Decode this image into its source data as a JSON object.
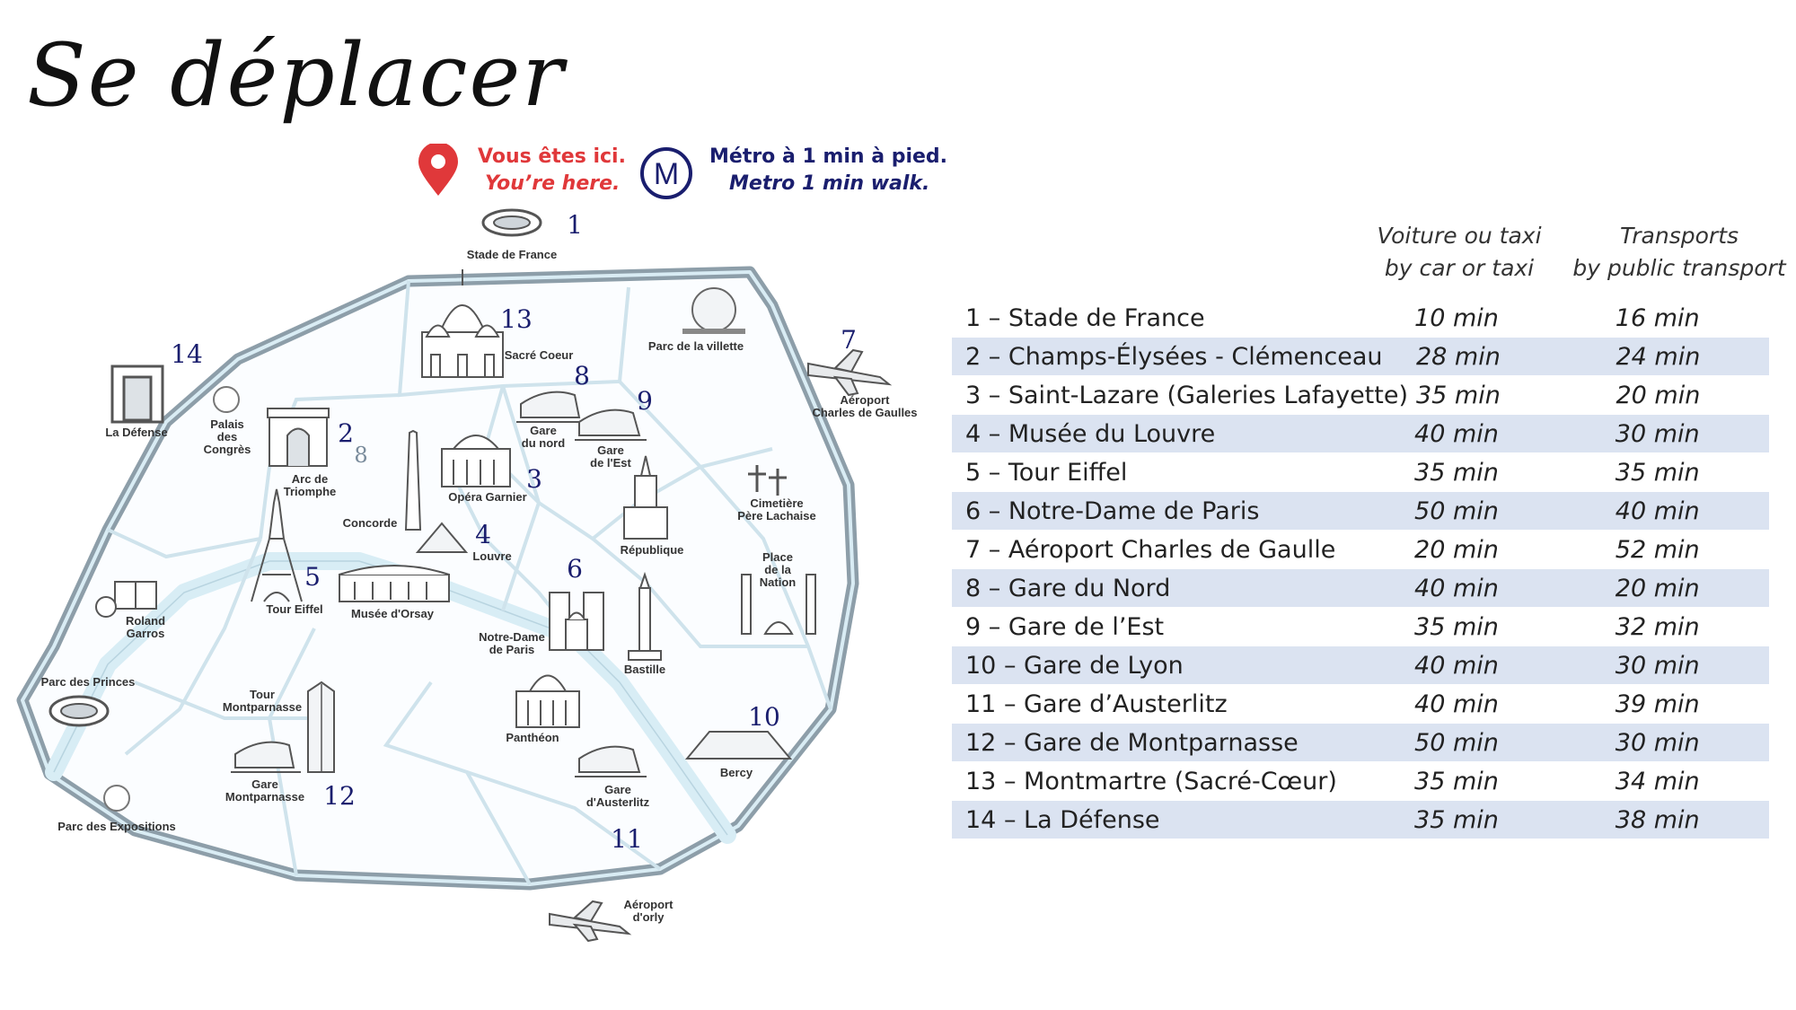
{
  "title": "Se déplacer",
  "legend": {
    "here_fr": "Vous êtes ici.",
    "here_en": "You’re here.",
    "metro_letter": "M",
    "metro_fr": "Métro à 1 min à pied.",
    "metro_en": "Metro 1 min walk."
  },
  "colors": {
    "accent_red": "#e0383a",
    "navy": "#1a1e6e",
    "river": "#dbeef6",
    "ring": "#8d9ea9",
    "table_shade": "#dbe3f1"
  },
  "map": {
    "labels": {
      "stade": "Stade de France",
      "villette": "Parc de la villette",
      "sacre": "Sacré Coeur",
      "cdg1": "Aéroport",
      "cdg2": "Charles de Gaulles",
      "defense": "La Défense",
      "palais1": "Palais",
      "palais2": "des",
      "palais3": "Congrès",
      "arc1": "Arc de",
      "arc2": "Triomphe",
      "gnord1": "Gare",
      "gnord2": "du nord",
      "gest1": "Gare",
      "gest2": "de l'Est",
      "opera": "Opéra Garnier",
      "concorde": "Concorde",
      "louvre": "Louvre",
      "republique": "République",
      "pere1": "Cimetière",
      "pere2": "Père Lachaise",
      "nation1": "Place",
      "nation2": "de la",
      "nation3": "Nation",
      "eiffel": "Tour Eiffel",
      "orsay": "Musée d'Orsay",
      "roland1": "Roland",
      "roland2": "Garros",
      "nd1": "Notre-Dame",
      "nd2": "de Paris",
      "bastille": "Bastille",
      "princes": "Parc des Princes",
      "tmont1": "Tour",
      "tmont2": "Montparnasse",
      "pantheon": "Panthéon",
      "bercy": "Bercy",
      "gmont1": "Gare",
      "gmont2": "Montparnasse",
      "gaust1": "Gare",
      "gaust2": "d'Austerlitz",
      "expo": "Parc des Expositions",
      "orly1": "Aéroport",
      "orly2": "d'orly"
    },
    "numbers": [
      "1",
      "2",
      "3",
      "4",
      "5",
      "6",
      "7",
      "8",
      "9",
      "10",
      "11",
      "12",
      "13",
      "14"
    ]
  },
  "table": {
    "header_car_1": "Voiture ou taxi",
    "header_car_2": "by car or taxi",
    "header_pub_1": "Transports",
    "header_pub_2": "by public transport",
    "rows": [
      {
        "name": "1 – Stade de France",
        "car": "10 min",
        "pub": "16 min"
      },
      {
        "name": "2 – Champs-Élysées - Clémenceau",
        "car": "28 min",
        "pub": "24 min"
      },
      {
        "name": "3 – Saint-Lazare (Galeries Lafayette)",
        "car": "35 min",
        "pub": "20 min"
      },
      {
        "name": "4 – Musée du Louvre",
        "car": "40 min",
        "pub": "30 min"
      },
      {
        "name": "5 – Tour Eiffel",
        "car": "35 min",
        "pub": "35 min"
      },
      {
        "name": "6 – Notre-Dame de Paris",
        "car": "50 min",
        "pub": "40 min"
      },
      {
        "name": "7 – Aéroport Charles de Gaulle",
        "car": "20 min",
        "pub": "52 min"
      },
      {
        "name": "8 – Gare du Nord",
        "car": "40 min",
        "pub": "20 min"
      },
      {
        "name": "9 – Gare de l’Est",
        "car": "35 min",
        "pub": "32 min"
      },
      {
        "name": "10 – Gare de Lyon",
        "car": "40 min",
        "pub": "30 min"
      },
      {
        "name": "11 – Gare d’Austerlitz",
        "car": "40 min",
        "pub": "39 min"
      },
      {
        "name": "12 – Gare de Montparnasse",
        "car": "50 min",
        "pub": "30 min"
      },
      {
        "name": "13 – Montmartre (Sacré-Cœur)",
        "car": "35 min",
        "pub": "34 min"
      },
      {
        "name": "14 – La Défense",
        "car": "35 min",
        "pub": "38 min"
      }
    ]
  }
}
